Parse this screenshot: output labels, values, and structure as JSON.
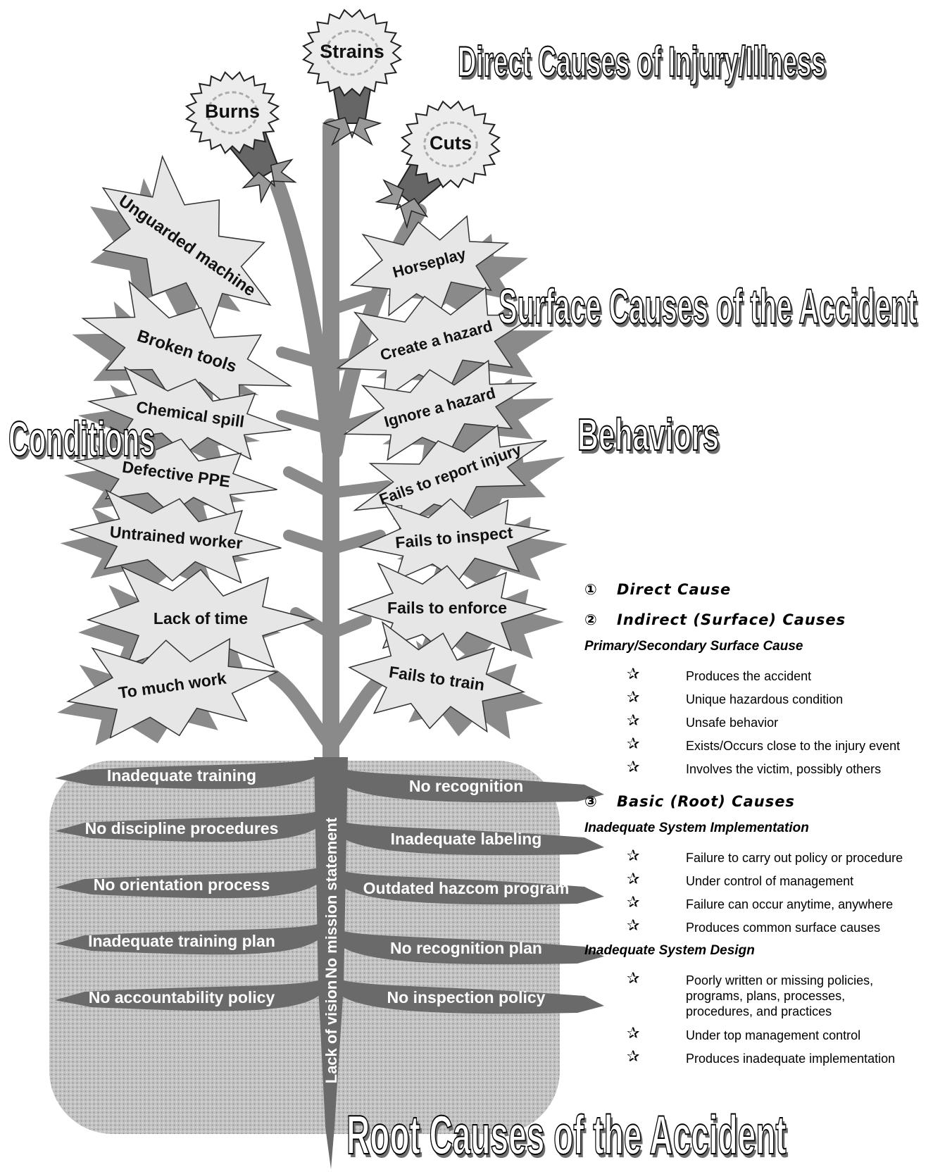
{
  "titles": {
    "direct": "Direct Causes of Injury/Illness",
    "surface": "Surface Causes of the Accident",
    "conditions": "Conditions",
    "behaviors": "Behaviors",
    "root": "Root Causes of the Accident"
  },
  "flowers": [
    "Strains",
    "Burns",
    "Cuts"
  ],
  "condition_leaves": [
    "Unguarded machine",
    "Broken tools",
    "Chemical spill",
    "Defective  PPE",
    "Untrained worker",
    "Lack of time",
    "To much work"
  ],
  "behavior_leaves": [
    "Horseplay",
    "Create a hazard",
    "Ignore a hazard",
    "Fails to report injury",
    "Fails to inspect",
    "Fails to enforce",
    "Fails to train"
  ],
  "roots_left": [
    "Inadequate training",
    "No discipline procedures",
    "No orientation process",
    "Inadequate training plan",
    "No accountability policy"
  ],
  "roots_right": [
    "No recognition",
    "Inadequate labeling",
    "Outdated hazcom program",
    "No recognition plan",
    "No inspection policy"
  ],
  "taproot": {
    "upper": "No mission statement",
    "lower": "Lack of vision"
  },
  "legend": {
    "direct": {
      "num": "①",
      "label": "Direct Cause"
    },
    "indirect": {
      "num": "②",
      "label": "Indirect (Surface) Causes"
    },
    "primary_sub": "Primary/Secondary Surface Cause",
    "primary_items": [
      "Produces the accident",
      "Unique hazardous condition",
      "Unsafe behavior",
      "Exists/Occurs close to the injury event",
      "Involves the victim, possibly others"
    ],
    "basic": {
      "num": "③",
      "label": "Basic (Root) Causes"
    },
    "impl_sub": "Inadequate System Implementation",
    "impl_items": [
      "Failure to carry out policy or procedure",
      "Under control of management",
      "Failure can occur anytime, anywhere",
      "Produces common surface causes"
    ],
    "design_sub": "Inadequate System Design",
    "design_items": [
      "Poorly written or missing policies,\nprograms, plans, processes,\nprocedures, and practices",
      "Under top management control",
      "Produces inadequate implementation"
    ],
    "star_glyph": "✰"
  },
  "colors": {
    "stem": "#8a8a8a",
    "leaf": "#e6e6e6",
    "leaf_shadow": "#8a8a8a",
    "root": "#6a6a6a",
    "soil": "#b8b8b8"
  }
}
